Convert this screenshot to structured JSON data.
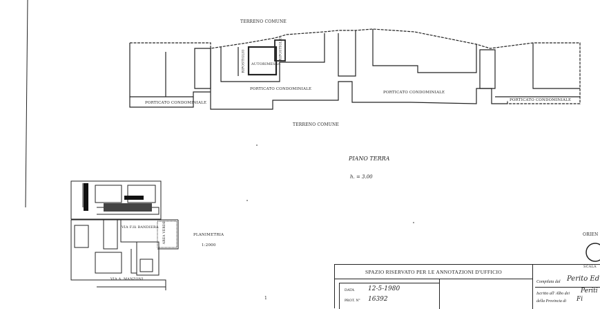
{
  "plan": {
    "top_label": "TERRENO COMUNE",
    "bottom_label": "TERRENO COMUNE",
    "autorimessa": "AUTORIMESSA",
    "ripostiglio_left": "RIPOSTIGLIO",
    "ripostiglio_right": "RIPOSTIGLIO",
    "portico_center": "PORTICATO CONDOMINIALE",
    "portico_right": "PORTICATO CONDOMINIALE",
    "portico_left": "PORTICATO CONDOMINIALE",
    "portico_far_right": "PORTICATO CONDOMINIALE",
    "floor_title": "PIANO TERRA",
    "floor_height": "h. = 3.00"
  },
  "site": {
    "planimetria_label": "PLANIMETRIA",
    "planimetria_scale": "1:2000",
    "street_label": "VIA F.lli BANDIERA",
    "street_bottom": "VIA A. MANZONI",
    "park_label": "AREA VERDE"
  },
  "office": {
    "title": "SPAZIO RISERVATO PER LE ANNOTAZIONI D'UFFICIO",
    "date_label": "DATA",
    "date_value": "12-5-1980",
    "prot_label": "PROT. N°",
    "prot_value": "16392",
    "compilata_label": "Compilata dal",
    "compilata_value": "Perito Ed",
    "iscritto_label": "Iscritto all' Albo dei",
    "iscritto_value": "Periti",
    "provincia_label": "della Provincia di",
    "provincia_value": "Fi"
  },
  "orientation": {
    "label": "ORIEN",
    "scale_label": "SCALA"
  },
  "stray": {
    "mark": "1"
  }
}
